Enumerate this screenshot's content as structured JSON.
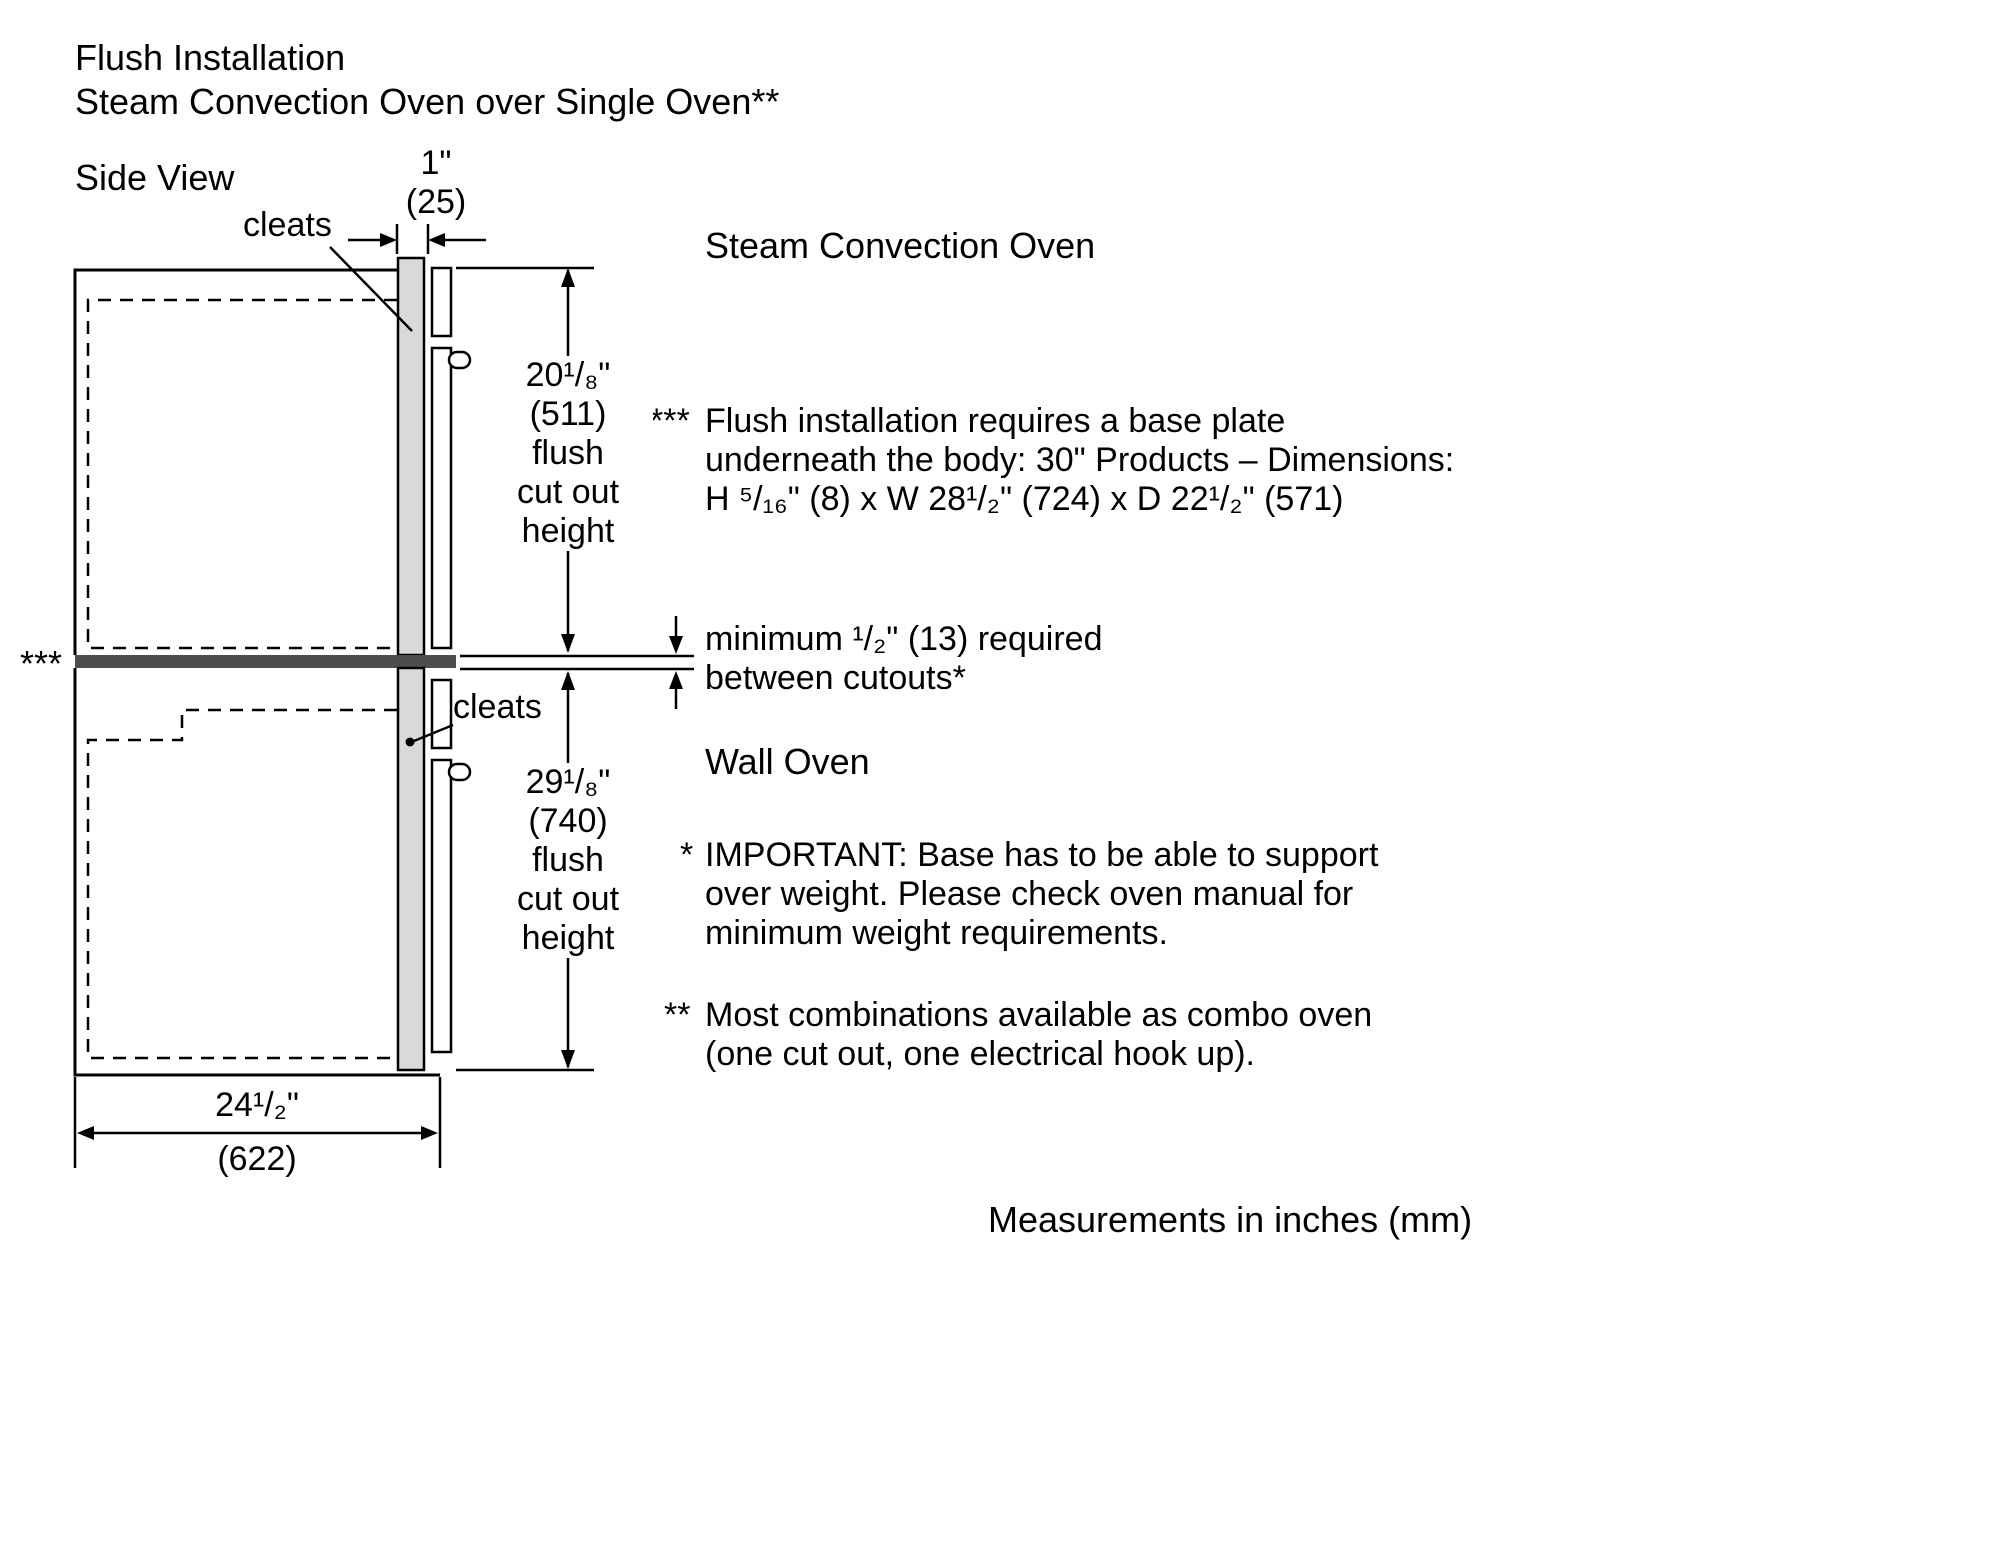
{
  "title": {
    "line1": "Flush Installation",
    "line2": "Steam Convection Oven over Single Oven**"
  },
  "view_label": "Side View",
  "labels": {
    "steam_oven": "Steam Convection Oven",
    "wall_oven": "Wall Oven",
    "cleats_upper": "cleats",
    "cleats_lower": "cleats",
    "divider_marker": "***"
  },
  "dimensions": {
    "cleat_width": {
      "inches": "1\"",
      "mm": "(25)"
    },
    "upper_cutout": {
      "lines": [
        "20¹/₈\"",
        "(511)",
        "flush",
        "cut out",
        "height"
      ]
    },
    "lower_cutout": {
      "lines": [
        "29¹/₈\"",
        "(740)",
        "flush",
        "cut out",
        "height"
      ]
    },
    "cabinet_depth": {
      "inches": "24¹/₂\"",
      "mm": "(622)"
    },
    "min_gap": {
      "lines": [
        "minimum ¹/₂\" (13) required",
        "between cutouts*"
      ]
    }
  },
  "notes": {
    "base_plate": {
      "marker": "***",
      "lines": [
        "Flush installation requires a base plate",
        "underneath the body: 30\" Products – Dimensions:",
        "H ⁵/₁₆\" (8) x W 28¹/₂\" (724) x D 22¹/₂\" (571)"
      ]
    },
    "important": {
      "marker": "*",
      "lines": [
        "IMPORTANT: Base has to be able to support",
        "over weight. Please check oven manual for",
        "minimum weight requirements."
      ]
    },
    "combo": {
      "marker": "**",
      "lines": [
        "Most combinations available as combo oven",
        "(one cut out, one electrical hook up)."
      ]
    }
  },
  "footer": "Measurements in inches (mm)",
  "colors": {
    "line": "#000000",
    "panel_fill": "#d9d9d9",
    "divider_fill": "#4d4d4d",
    "background": "#ffffff"
  }
}
